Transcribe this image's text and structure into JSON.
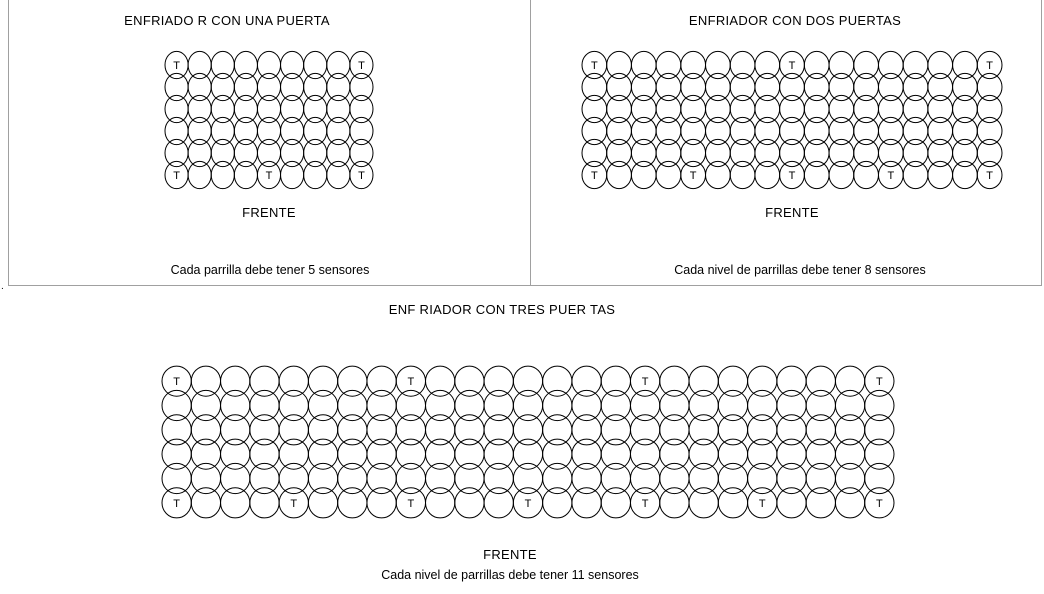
{
  "panels": {
    "one_door": {
      "title": "ENFRIADO R CON UNA PUERTA",
      "front": "FRENTE",
      "note": "Cada parrilla debe tener 5 sensores",
      "cols": 9,
      "rows": 6,
      "sensor_label": "T",
      "top_row_sensor_columns": [
        1,
        9
      ],
      "bottom_row_sensor_columns": [
        1,
        5,
        9
      ]
    },
    "two_doors": {
      "title": "ENFRIADOR CON DOS PUERTAS",
      "front": "FRENTE",
      "note": "Cada nivel de parrillas debe tener 8 sensores",
      "cols": 17,
      "rows": 6,
      "sensor_label": "T",
      "top_row_sensor_columns": [
        1,
        9,
        17
      ],
      "bottom_row_sensor_columns": [
        1,
        5,
        9,
        13,
        17
      ]
    },
    "three_doors": {
      "title": "ENF RIADOR CON TRES PUER TAS",
      "front": "FRENTE",
      "note": "Cada nivel de parrillas debe tener 11 sensores",
      "cols": 25,
      "rows": 6,
      "sensor_label": "T",
      "top_row_sensor_columns": [
        1,
        9,
        17,
        25
      ],
      "bottom_row_sensor_columns": [
        1,
        5,
        9,
        13,
        17,
        21,
        25
      ]
    }
  }
}
